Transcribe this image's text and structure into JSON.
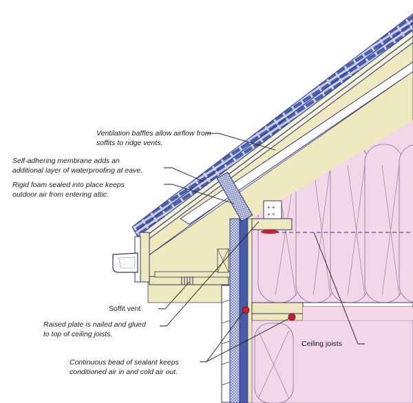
{
  "labels": {
    "baffles_1": "Ventilation baffles allow airflow from",
    "baffles_2": "soffits to ridge vents.",
    "membrane_1": "Self-adhering membrane adds an",
    "membrane_2": "additional layer of waterproofing at eave.",
    "foam_1": "Rigid foam sealed into place keeps",
    "foam_2": "outdoor air from entering attic.",
    "soffit_vent": "Soffit vent",
    "plate_1": "Raised plate is nailed and glued",
    "plate_2": "to top of ceiling joists.",
    "sealant_1": "Continuous bead of sealant keeps",
    "sealant_2": "conditioned air in and cold air out.",
    "ceiling_joists": "Ceiling joists"
  },
  "colors": {
    "insulation_pink": "#f3d6ea",
    "insulation_tan": "#f0e9bf",
    "roof_blue": "#4a5ba8",
    "sealant_red": "#c0203a",
    "outline": "#2f3a7a"
  }
}
